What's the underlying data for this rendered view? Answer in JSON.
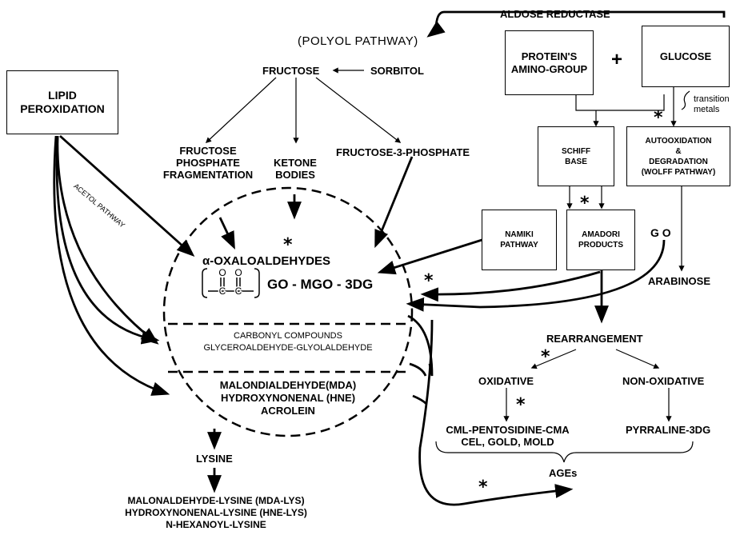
{
  "boxes": {
    "lipid": "LIPID\nPEROXIDATION",
    "protein": "PROTEIN'S\nAMINO-GROUP",
    "glucose": "GLUCOSE",
    "schiff": "SCHIFF\nBASE",
    "autoox": "AUTOOXIDATION\n&\nDEGRADATION\n(WOLFF PATHWAY)",
    "namiki": "NAMIKI\nPATHWAY",
    "amadori": "AMADORI\nPRODUCTS"
  },
  "labels": {
    "aldose": "ALDOSE REDUCTASE",
    "polyol": "(POLYOL PATHWAY)",
    "fructose": "FRUCTOSE",
    "sorbitol": "SORBITOL",
    "plus": "+",
    "transition": "transition\nmetals",
    "ffp": "FRUCTOSE\nPHOSPHATE\nFRAGMENTATION",
    "ketone": "KETONE\nBODIES",
    "f3p": "FRUCTOSE-3-PHOSPHATE",
    "acetol": "ACETOL PATHWAY",
    "oxalo": "α-OXALOALDEHYDES",
    "go_mgo": "GO - MGO - 3DG",
    "carbonyl": "CARBONYL COMPOUNDS\nGLYCEROALDEHYDE-GLYOLALDEHYDE",
    "mda": "MALONDIALDEHYDE(MDA)\nHYDROXYNONENAL (HNE)\nACROLEIN",
    "go": "G O",
    "arabinose": "ARABINOSE",
    "rearrangement": "REARRANGEMENT",
    "oxidative": "OXIDATIVE",
    "nonoxidative": "NON-OXIDATIVE",
    "cml": "CML-PENTOSIDINE-CMA\nCEL, GOLD, MOLD",
    "pyrraline": "PYRRALINE-3DG",
    "ages": "AGEs",
    "lysine": "LYSINE",
    "lys_products": "MALONALDEHYDE-LYSINE (MDA-LYS)\nHYDROXYNONENAL-LYSINE (HNE-LYS)\nN-HEXANOYL-LYSINE",
    "asterisk": "*"
  }
}
